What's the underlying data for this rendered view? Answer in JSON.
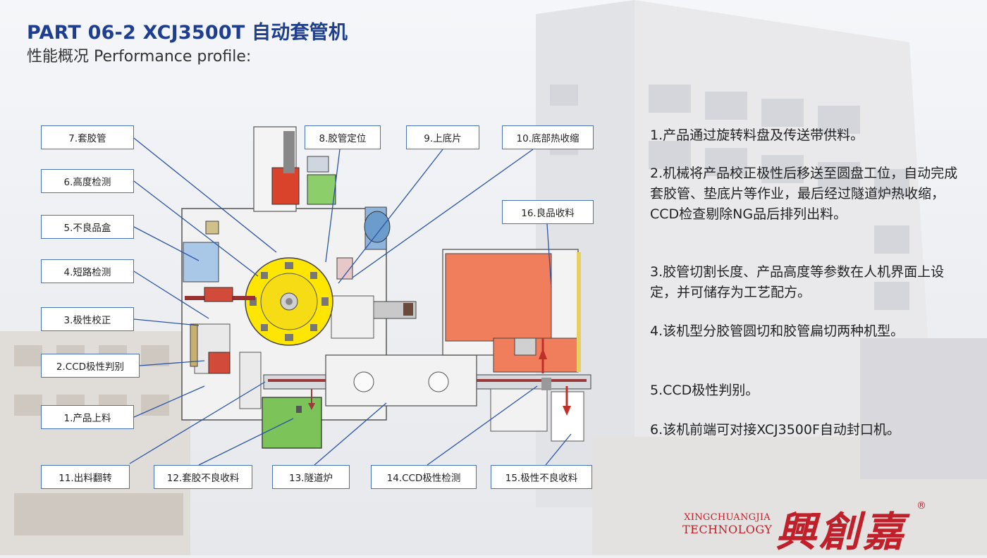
{
  "header": {
    "title": "PART 06-2  XCJ3500T 自动套管机",
    "subtitle": "性能概况 Performance profile:"
  },
  "labels": [
    {
      "id": "l7",
      "text": "7.套胶管"
    },
    {
      "id": "l6",
      "text": "6.高度检测"
    },
    {
      "id": "l5",
      "text": "5.不良品盒"
    },
    {
      "id": "l4",
      "text": "4.短路检测"
    },
    {
      "id": "l3",
      "text": "3.极性校正"
    },
    {
      "id": "l2",
      "text": "2.CCD极性判别"
    },
    {
      "id": "l1",
      "text": "1.产品上料"
    },
    {
      "id": "l11",
      "text": "11.出料翻转"
    },
    {
      "id": "l8",
      "text": "8.胶管定位"
    },
    {
      "id": "l9",
      "text": "9.上底片"
    },
    {
      "id": "l10",
      "text": "10.底部热收缩"
    },
    {
      "id": "l16",
      "text": "16.良品收料"
    },
    {
      "id": "l12",
      "text": "12.套胶不良收料"
    },
    {
      "id": "l13",
      "text": "13.隧道炉"
    },
    {
      "id": "l14",
      "text": "14.CCD极性检测"
    },
    {
      "id": "l15",
      "text": "15.极性不良收料"
    }
  ],
  "description": [
    "1.产品通过旋转料盘及传送带供料。",
    "2.机械将产品校正极性后移送至圆盘工位，自动完成套胶管、垫底片等作业，最后经过隧道炉热收缩，CCD检查剔除NG品后排列出料。",
    "3.胶管切割长度、产品高度等参数在人机界面上设定，并可储存为工艺配方。",
    "4.该机型分胶管圆切和胶管扁切两种机型。",
    "5.CCD极性判别。",
    "6.该机前端可对接XCJ3500F自动封口机。"
  ],
  "brand": {
    "en_line1": "XINGCHUANGJIA",
    "en_line2": "TECHNOLOGY",
    "cn": "興創嘉",
    "reg": "®"
  },
  "colors": {
    "title": "#1e3f8f",
    "label_border": "#4a74b6",
    "leader_line": "#2d55a8",
    "brand": "#c0202a",
    "rotary_table": "#ffe600",
    "orange_panel": "#f07d5c",
    "green_block": "#7cc35a"
  }
}
